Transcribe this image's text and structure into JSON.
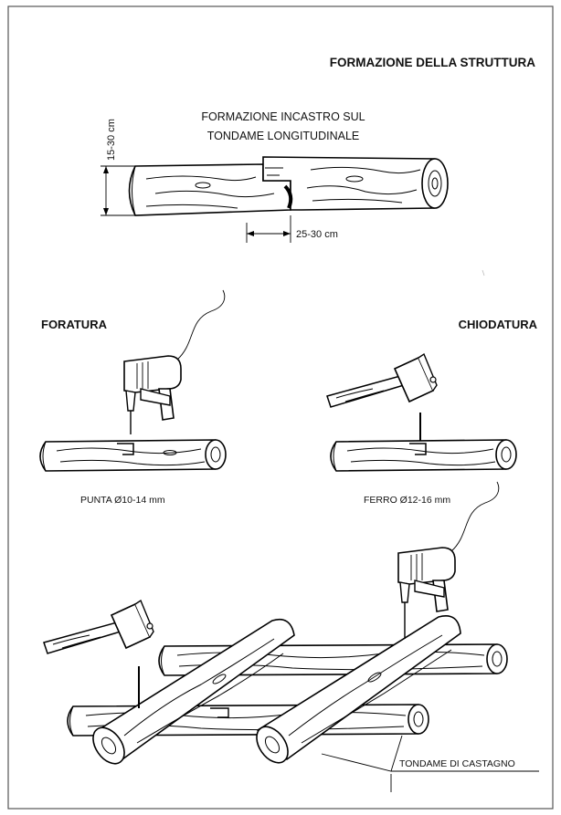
{
  "title": "FORMAZIONE DELLA STRUTTURA",
  "joint": {
    "heading_line1": "FORMAZIONE INCASTRO SUL",
    "heading_line2": "TONDAME LONGITUDINALE",
    "height_dim": "15-30 cm",
    "length_dim": "25-30 cm"
  },
  "foratura": {
    "heading": "FORATURA",
    "caption": "PUNTA Ø10-14 mm"
  },
  "chiodatura": {
    "heading": "CHIODATURA",
    "caption": "FERRO Ø12-16 mm"
  },
  "assembly": {
    "callout": "TONDAME DI CASTAGNO"
  },
  "colors": {
    "ink": "#000000",
    "paper": "#ffffff"
  }
}
